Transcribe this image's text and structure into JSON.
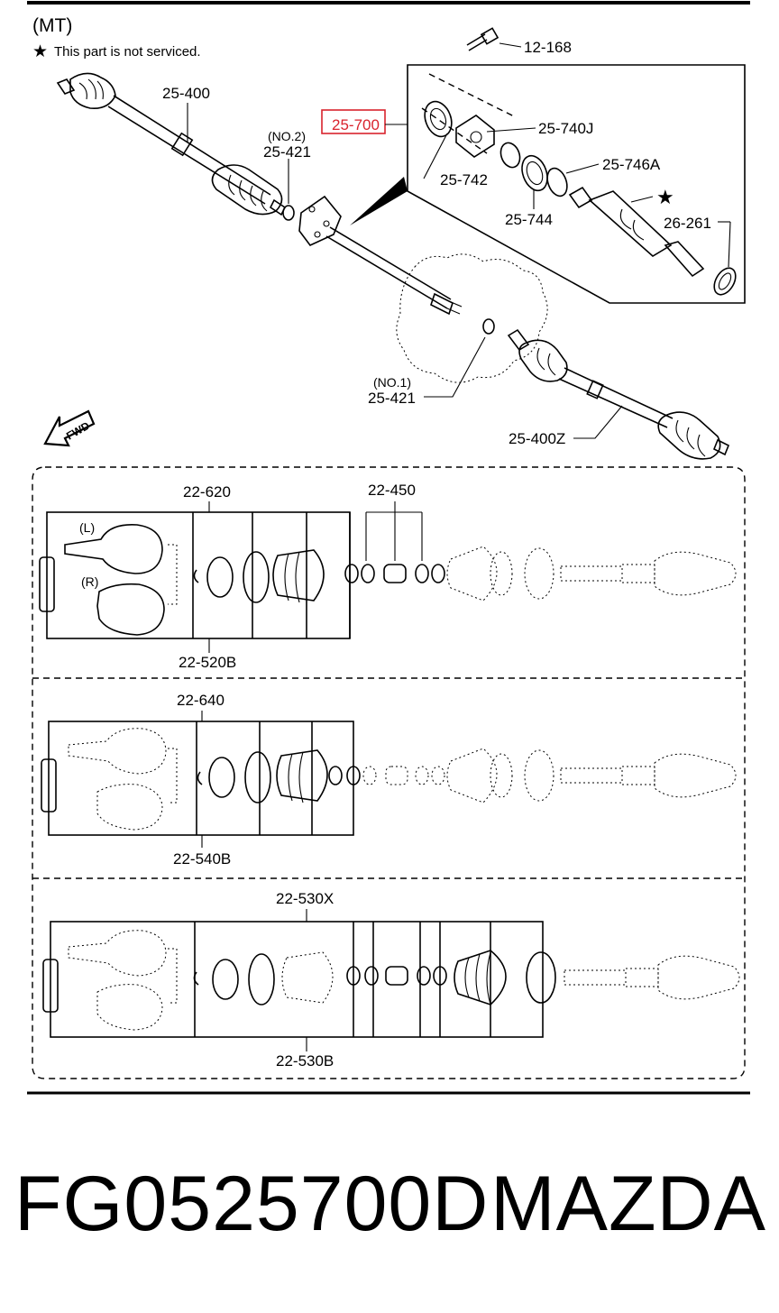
{
  "header": {
    "variant": "(MT)",
    "note_symbol": "★",
    "note_text": "This part is not serviced."
  },
  "upper_labels": {
    "bolt": "12-168",
    "left_shaft": "25-400",
    "no2": "(NO.2)",
    "clip_no2": "25-421",
    "highlighted": "25-700",
    "bearing_cap": "25-740J",
    "seal": "25-742",
    "snap": "25-746A",
    "bearing": "25-744",
    "star": "★",
    "oil_seal": "26-261",
    "no1": "(NO.1)",
    "clip_no1": "25-421",
    "right_shaft": "25-400Z",
    "fwd": "FWD"
  },
  "kits": [
    {
      "top_label": "22-620",
      "bottom_label": "22-520B",
      "left_tag": "(L)",
      "right_tag": "(R)"
    },
    {
      "top_label": "22-640",
      "bottom_label": "22-540B"
    },
    {
      "top_label": "22-530X",
      "bottom_label": "22-530B"
    }
  ],
  "kit1_extra_label": "22-450",
  "footer": {
    "part_number": "FG0525700D",
    "brand": "MAZDA"
  },
  "colors": {
    "ink": "#000000",
    "highlight": "#d9232d",
    "background": "#ffffff"
  }
}
